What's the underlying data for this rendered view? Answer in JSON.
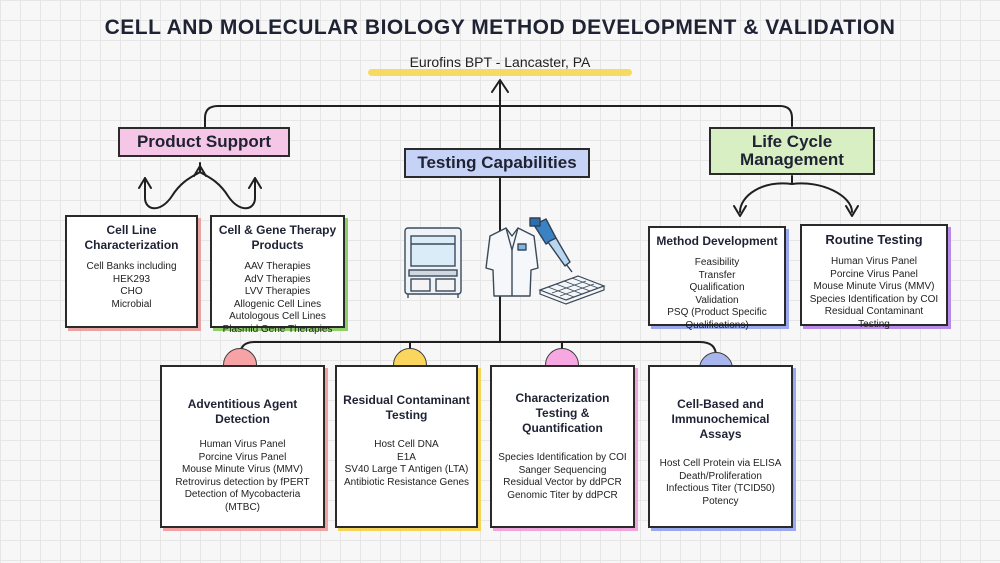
{
  "title": "CELL AND MOLECULAR BIOLOGY METHOD DEVELOPMENT & VALIDATION",
  "subtitle": "Eurofins BPT - Lancaster, PA",
  "headers": {
    "product_support": "Product Support",
    "testing_capabilities": "Testing Capabilities",
    "life_cycle": "Life Cycle Management"
  },
  "colors": {
    "product_support": "#f6c6e6",
    "testing_capabilities": "#c7d3f6",
    "life_cycle": "#d8eec3",
    "dot_red": "#f7a3a6",
    "dot_yellow": "#fbd65e",
    "dot_pink": "#f7a8e2",
    "dot_blue": "#a9b6ee"
  },
  "cell_line": {
    "title": "Cell Line Characterization",
    "items": [
      "Cell Banks including",
      "HEK293",
      "CHO",
      "Microbial"
    ]
  },
  "cgt": {
    "title": "Cell & Gene Therapy Products",
    "items": [
      "AAV Therapies",
      "AdV Therapies",
      "LVV Therapies",
      "Allogenic Cell Lines",
      "Autologous Cell Lines",
      "Plasmid Gene Therapies"
    ]
  },
  "method_dev": {
    "title": "Method Development",
    "items": [
      "Feasibility",
      "Transfer",
      "Qualification",
      "Validation",
      "PSQ (Product Specific",
      "Qualifications)"
    ]
  },
  "routine": {
    "title": "Routine Testing",
    "items": [
      "Human Virus Panel",
      "Porcine Virus Panel",
      "Mouse Minute Virus (MMV)",
      "Species Identification by COI",
      "Residual Contaminant Testing"
    ]
  },
  "adventitious": {
    "title": "Adventitious Agent Detection",
    "items": [
      "Human Virus Panel",
      "Porcine Virus Panel",
      "Mouse Minute Virus (MMV)",
      "Retrovirus detection by fPERT",
      "Detection of Mycobacteria (MTBC)"
    ]
  },
  "residual": {
    "title": "Residual Contaminant Testing",
    "items": [
      "Host Cell DNA",
      "E1A",
      "SV40 Large T Antigen (LTA)",
      "Antibiotic Resistance Genes"
    ]
  },
  "characterization": {
    "title": "Characterization Testing & Quantification",
    "items": [
      "Species Identification by COI",
      "Sanger Sequencing",
      "Residual Vector by ddPCR",
      "Genomic Titer by ddPCR"
    ]
  },
  "cell_based": {
    "title": "Cell-Based and Immunochemical Assays",
    "items": [
      "Host Cell Protein via ELISA",
      "Death/Proliferation",
      "Infectious Titer (TCID50)",
      "Potency"
    ]
  },
  "icons": [
    "fume-hood-icon",
    "lab-coat-icon",
    "pipette-icon",
    "well-plate-icon"
  ]
}
